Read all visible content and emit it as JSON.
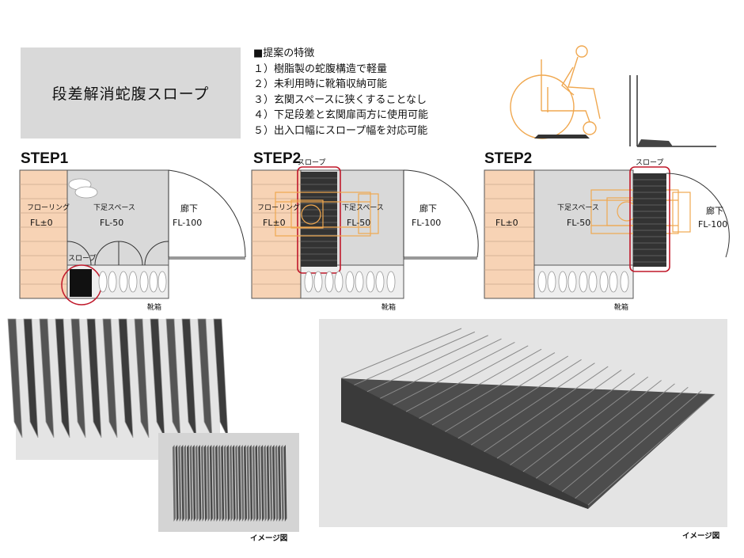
{
  "title": "段差解消蛇腹スロープ",
  "features": {
    "heading": "■提案の特徴",
    "items": [
      "１）樹脂製の蛇腹構造で軽量",
      "２）未利用時に靴箱収納可能",
      "３）玄関スペースに狭くすることなし",
      "４）下足段差と玄関扉両方に使用可能",
      "５）出入口幅にスロープ幅を対応可能"
    ]
  },
  "steps": [
    {
      "title": "STEP1",
      "flooring": "フローリング",
      "flooring_level": "FL±0",
      "entry_label": "下足スペース",
      "entry_level": "FL-50",
      "hall_label": "廊下",
      "hall_level": "FL-100",
      "slope_label": "スロープ",
      "shoebox_label": "靴箱"
    },
    {
      "title": "STEP2",
      "flooring": "フローリング",
      "flooring_level": "FL±0",
      "entry_label": "下足スペース",
      "entry_level": "FL-50",
      "hall_label": "廊下",
      "hall_level": "FL-100",
      "slope_label": "スロープ",
      "shoebox_label": "靴箱"
    },
    {
      "title": "STEP2",
      "flooring_level": "FL±0",
      "entry_label": "下足スペース",
      "entry_level": "FL-50",
      "hall_label": "廊下",
      "hall_level": "FL-100",
      "slope_label": "スロープ",
      "shoebox_label": "靴箱"
    }
  ],
  "captions": {
    "left": "イメージ図",
    "right": "イメージ図"
  },
  "colors": {
    "wood": "#f7d3b5",
    "entry": "#d9d9d9",
    "highlight": "#c0182a",
    "wheelchair": "#f0a850",
    "slope": "#333333"
  }
}
